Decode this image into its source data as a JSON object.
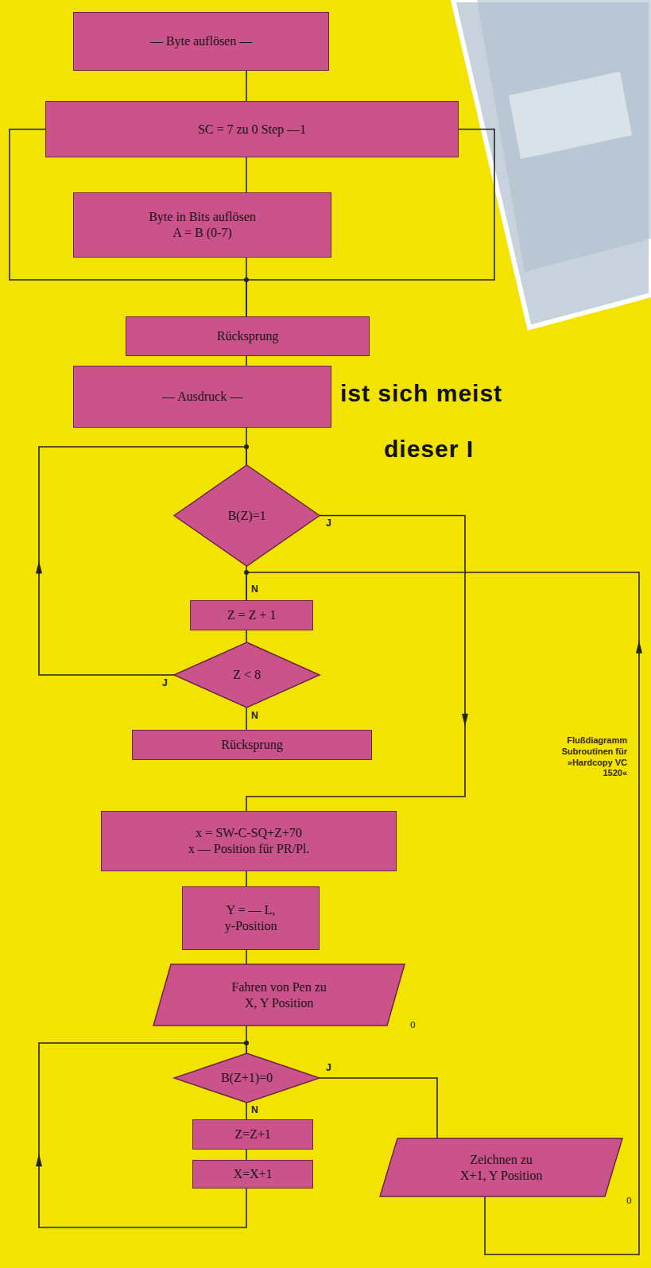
{
  "diagram": {
    "caption": "Flußdiagramm Subroutinen für »Hardcopy VC 1520«",
    "nodes": [
      {
        "text": [
          "— Byte auflösen —"
        ]
      },
      {
        "text": [
          "SC = 7 zu 0 Step —1"
        ]
      },
      {
        "text": [
          "Byte in Bits auflösen",
          "A = B (0-7)"
        ]
      },
      {
        "text": [
          "Rücksprung"
        ]
      },
      {
        "text": [
          "— Ausdruck —"
        ]
      },
      {
        "text": [
          "B(Z)=1"
        ]
      },
      {
        "text": [
          "Z = Z + 1"
        ]
      },
      {
        "text": [
          "Z < 8"
        ]
      },
      {
        "text": [
          "Rücksprung"
        ]
      },
      {
        "text": [
          "x = SW-C-SQ+Z+70",
          "x — Position für PR/Pl."
        ]
      },
      {
        "text": [
          "Y = — L,",
          "y-Position"
        ]
      },
      {
        "text": [
          "Fahren von Pen zu X, Y Position"
        ]
      },
      {
        "text": [
          "B(Z+1)=0"
        ]
      },
      {
        "text": [
          "Z=Z+1"
        ]
      },
      {
        "text": [
          "X=X+1"
        ]
      },
      {
        "text": [
          "Zeichnen zu X+1, Y Position"
        ]
      }
    ],
    "edges": [
      {
        "from": 0,
        "to": 1,
        "arrow": "none"
      },
      {
        "from": 1,
        "to": 2,
        "arrow": "none"
      },
      {
        "from": 2,
        "to": 3,
        "arrow": "none"
      },
      {
        "from": 1,
        "to": 3,
        "arrow": "none"
      },
      {
        "from": 1,
        "to": 3,
        "arrow": "none"
      },
      {
        "from": 3,
        "to": 4,
        "arrow": "none"
      },
      {
        "from": 4,
        "to": 5,
        "arrow": "none"
      },
      {
        "from": 5,
        "to": 6,
        "label": "N",
        "arrow": "none"
      },
      {
        "from": 6,
        "to": 7,
        "arrow": "none"
      },
      {
        "from": 7,
        "to": 5,
        "label": "J",
        "arrow": "to"
      },
      {
        "from": 7,
        "to": 8,
        "label": "N",
        "arrow": "none"
      },
      {
        "from": 5,
        "to": 9,
        "label": "J",
        "arrow": "to"
      },
      {
        "from": 9,
        "to": 10,
        "arrow": "none"
      },
      {
        "from": 10,
        "to": 11,
        "arrow": "none"
      },
      {
        "from": 11,
        "to": 12,
        "arrow": "none"
      },
      {
        "from": 12,
        "to": 13,
        "label": "N",
        "arrow": "none"
      },
      {
        "from": 13,
        "to": 14,
        "arrow": "none"
      },
      {
        "from": 14,
        "to": 12,
        "arrow": "to"
      },
      {
        "from": 12,
        "to": 15,
        "label": "J",
        "arrow": "none"
      },
      {
        "from": 15,
        "to": 6,
        "arrow": "to"
      }
    ],
    "labels": [
      "ist sich meist",
      "dieser I",
      "0",
      "0"
    ]
  }
}
